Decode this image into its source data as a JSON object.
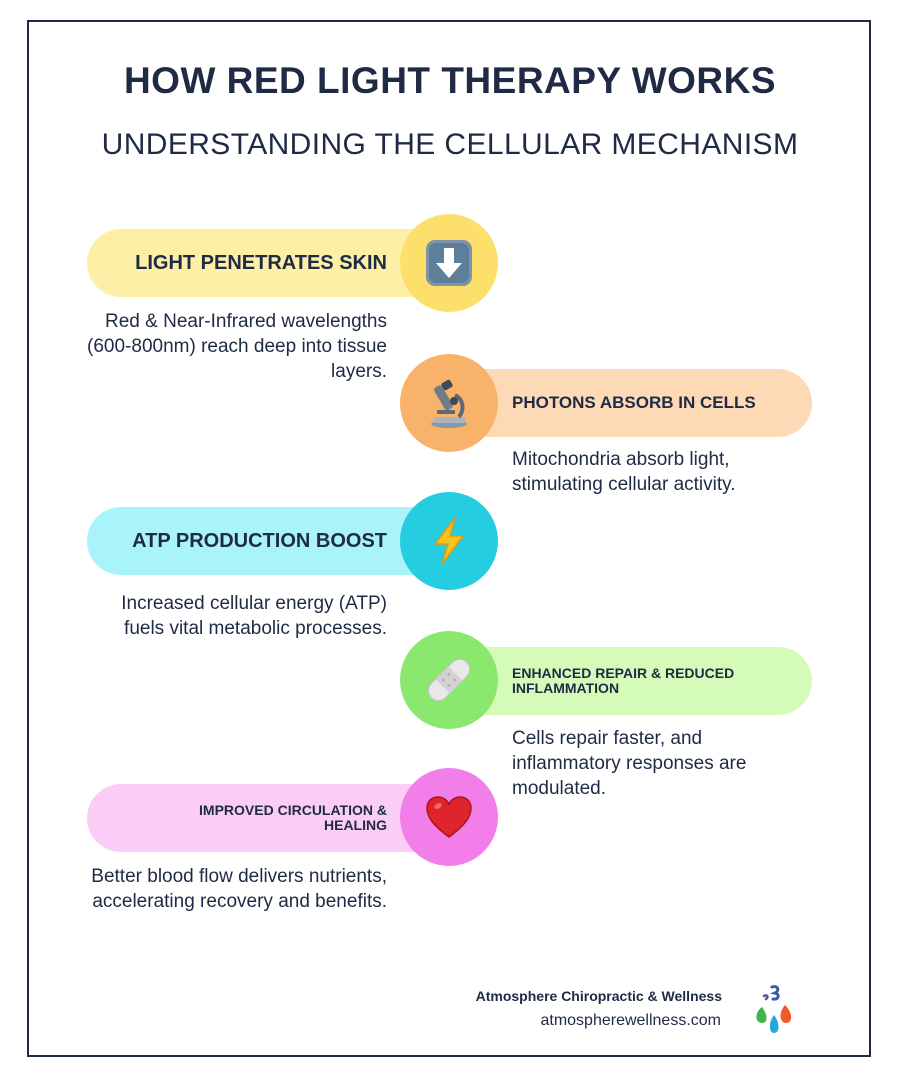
{
  "header": {
    "title": "HOW RED LIGHT THERAPY WORKS",
    "subtitle": "UNDERSTANDING THE CELLULAR MECHANISM"
  },
  "steps": [
    {
      "label": "LIGHT PENETRATES SKIN",
      "description": "Red & Near-Infrared wavelengths (600-800nm) reach deep into tissue layers.",
      "icon": "down-arrow-icon",
      "pill_color": "#fdf0a6",
      "circle_color": "#fde06b"
    },
    {
      "label": "PHOTONS ABSORB IN CELLS",
      "description": "Mitochondria absorb light, stimulating cellular activity.",
      "icon": "microscope-icon",
      "pill_color": "#fdd9b5",
      "circle_color": "#f9b26a"
    },
    {
      "label": "ATP PRODUCTION BOOST",
      "description": "Increased cellular energy (ATP) fuels vital metabolic processes.",
      "icon": "lightning-icon",
      "pill_color": "#a9f3fa",
      "circle_color": "#24cde0"
    },
    {
      "label": "ENHANCED REPAIR & REDUCED INFLAMMATION",
      "description": "Cells repair faster, and inflammatory responses are modulated.",
      "icon": "bandage-icon",
      "pill_color": "#d4fbb8",
      "circle_color": "#8be86f"
    },
    {
      "label": "IMPROVED CIRCULATION & HEALING",
      "description": "Better blood flow delivers nutrients, accelerating recovery and benefits.",
      "icon": "heart-icon",
      "pill_color": "#fbcdf6",
      "circle_color": "#f27eea"
    }
  ],
  "footer": {
    "name": "Atmosphere Chiropractic & Wellness",
    "url": "atmospherewellness.com",
    "logo": "atmosphere-logo"
  }
}
